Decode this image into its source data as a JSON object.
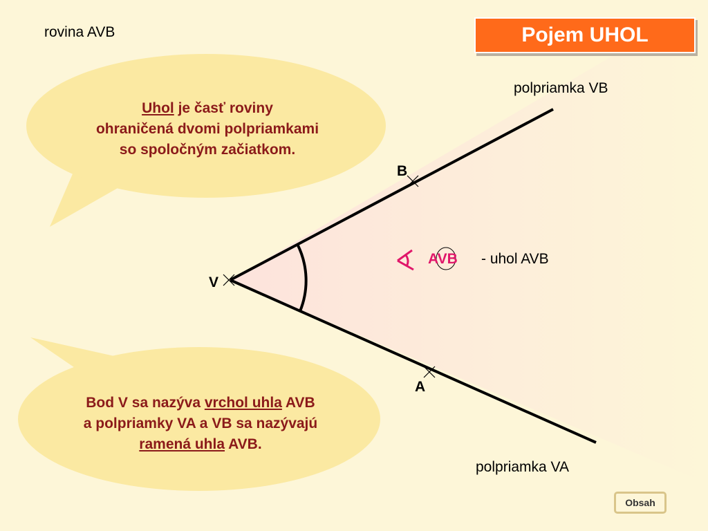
{
  "title": "Pojem UHOL",
  "plane_label": "rovina AVB",
  "ray_vb_label": "polpriamka VB",
  "ray_va_label": "polpriamka VA",
  "point_v": "V",
  "point_a": "A",
  "point_b": "B",
  "angle_name": "AVB",
  "angle_desc": "- uhol AVB",
  "bubble_top": {
    "word": "Uhol",
    "line1_rest": " je časť roviny",
    "line2": "ohraničená dvomi polpriamkami",
    "line3": "so spoločným začiatkom."
  },
  "bubble_bottom": {
    "line1_a": "Bod V sa nazýva ",
    "line1_u": "vrchol uhla",
    "line1_b": " AVB",
    "line2": "a polpriamky VA a VB sa nazývajú",
    "line3_u": "ramená uhla",
    "line3_b": " AVB."
  },
  "nav_button": "Obsah",
  "colors": {
    "background": "#fdf6d8",
    "bubble": "#fbe9a2",
    "title_bg": "#ff6a1a",
    "accent_text": "#8b1a1a",
    "angle_symbol": "#e0176a"
  }
}
